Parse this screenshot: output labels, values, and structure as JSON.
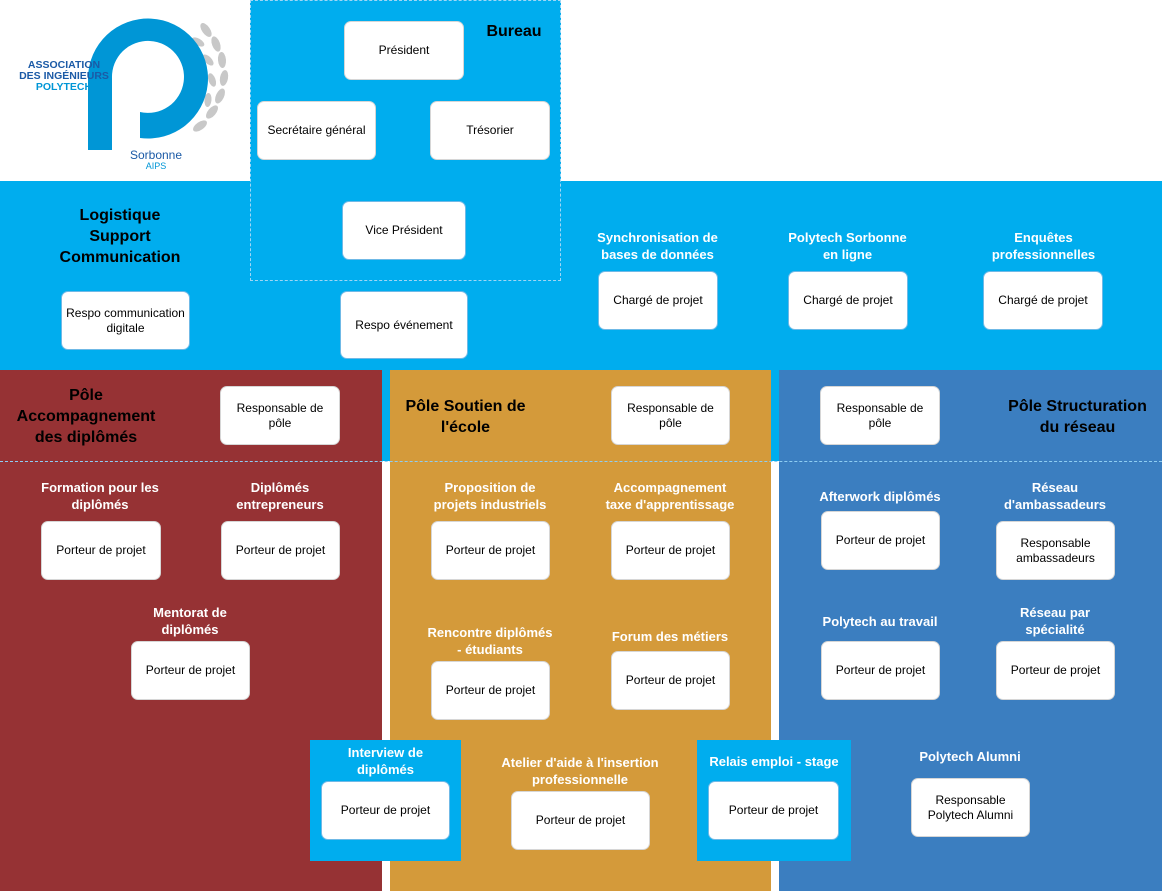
{
  "colors": {
    "light_blue": "#00adee",
    "dark_red": "#963234",
    "orange": "#d49a3a",
    "steel_blue": "#3b7ec0",
    "logo_blue": "#0096d6",
    "logo_dark": "#1b5aa6",
    "laurel_gray": "#c8c8c8"
  },
  "logo": {
    "line1": "ASSOCIATION",
    "line2": "DES INGÉNIEURS",
    "line3": "POLYTECH",
    "line4": "Sorbonne",
    "line5": "AIPS"
  },
  "bureau": {
    "title": "Bureau",
    "president": "Président",
    "secretaire": "Secrétaire général",
    "tresorier": "Trésorier",
    "vice_president": "Vice Président"
  },
  "logistique": {
    "title": "Logistique\nSupport\nCommunication",
    "respo_com": "Respo communication\ndigitale",
    "respo_event": "Respo événement"
  },
  "top_projects": {
    "sync": {
      "title": "Synchronisation de\nbases de données",
      "role": "Chargé de projet"
    },
    "online": {
      "title": "Polytech Sorbonne\nen ligne",
      "role": "Chargé de projet"
    },
    "enquetes": {
      "title": "Enquêtes\nprofessionnelles",
      "role": "Chargé de projet"
    }
  },
  "pole_accomp": {
    "title": "Pôle\nAccompagnement\ndes diplômés",
    "responsable": "Responsable de\npôle",
    "formation": {
      "title": "Formation pour les\ndiplômés",
      "role": "Porteur de projet"
    },
    "entrepreneurs": {
      "title": "Diplômés\nentrepreneurs",
      "role": "Porteur de projet"
    },
    "mentorat": {
      "title": "Mentorat de\ndiplômés",
      "role": "Porteur de projet"
    }
  },
  "pole_soutien": {
    "title": "Pôle Soutien de\nl'école",
    "responsable": "Responsable de\npôle",
    "proposition": {
      "title": "Proposition de\nprojets industriels",
      "role": "Porteur de projet"
    },
    "taxe": {
      "title": "Accompagnement\ntaxe d'apprentissage",
      "role": "Porteur de projet"
    },
    "rencontre": {
      "title": "Rencontre diplômés\n- étudiants",
      "role": "Porteur de projet"
    },
    "forum": {
      "title": "Forum des métiers",
      "role": "Porteur de projet"
    },
    "atelier": {
      "title": "Atelier d'aide à l'insertion\nprofessionnelle",
      "role": "Porteur de projet"
    }
  },
  "pole_struct": {
    "title": "Pôle Structuration\ndu réseau",
    "responsable": "Responsable de\npôle",
    "afterwork": {
      "title": "Afterwork diplômés",
      "role": "Porteur de projet"
    },
    "ambassadeurs": {
      "title": "Réseau\nd'ambassadeurs",
      "role": "Responsable\nambassadeurs"
    },
    "travail": {
      "title": "Polytech au travail",
      "role": "Porteur de projet"
    },
    "specialite": {
      "title": "Réseau par\nspécialité",
      "role": "Porteur  de projet"
    },
    "alumni": {
      "title": "Polytech Alumni",
      "role": "Responsable\nPolytech Alumni"
    }
  },
  "shared": {
    "interview": {
      "title": "Interview de\ndiplômés",
      "role": "Porteur de projet"
    },
    "relais": {
      "title": "Relais emploi - stage",
      "role": "Porteur de projet"
    }
  }
}
